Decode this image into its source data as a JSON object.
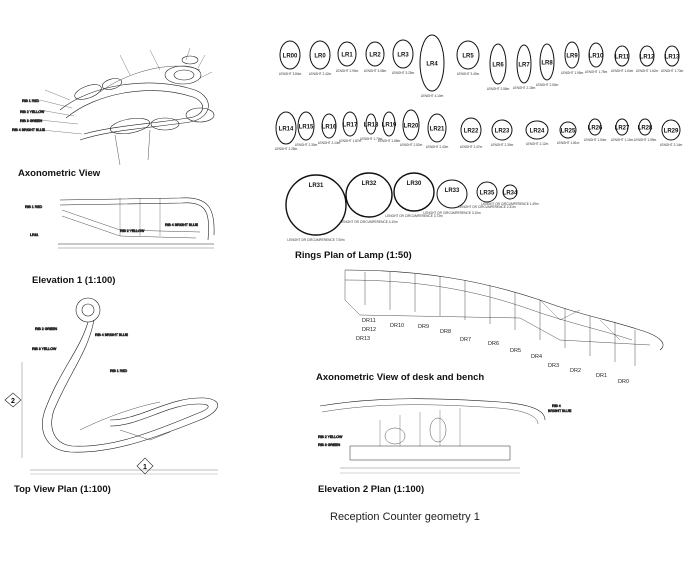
{
  "sheet_caption": "Reception Counter geometry 1",
  "views": {
    "axonometric": "Axonometric View",
    "elevation1": "Elevation 1 (1:100)",
    "rings_plan": "Rings Plan of Lamp (1:50)",
    "top_view": "Top View Plan (1:100)",
    "axonometric_desk": "Axonometric View of desk and bench",
    "elevation2": "Elevation 2 Plan (1:100)"
  },
  "rings": [
    {
      "label": "LR00",
      "sub": "LENGHT 3.84m"
    },
    {
      "label": "LR0",
      "sub": "LENGHT 2.42m"
    },
    {
      "label": "LR1",
      "sub": "LENGHT 2.90m"
    },
    {
      "label": "LR2",
      "sub": "LENGHT 3.08m"
    },
    {
      "label": "LR3",
      "sub": "LENGHT 3.25m"
    },
    {
      "label": "LR4",
      "sub": "LENGHT 4.10m"
    },
    {
      "label": "LR5",
      "sub": "LENGHT 3.40m"
    },
    {
      "label": "LR6",
      "sub": "LENGHT 2.58m"
    },
    {
      "label": "LR7",
      "sub": "LENGHT 2.15m"
    },
    {
      "label": "LR8",
      "sub": "LENGHT 2.50m"
    },
    {
      "label": "LR9",
      "sub": "LENGHT 1.95m"
    },
    {
      "label": "LR10",
      "sub": "LENGHT 1.75m"
    },
    {
      "label": "LR11",
      "sub": "LENGHT 1.64m"
    },
    {
      "label": "LR12",
      "sub": "LENGHT 1.62m"
    },
    {
      "label": "LR13",
      "sub": "LENGHT 1.73m"
    },
    {
      "label": "LR14",
      "sub": "LENGHT 2.28m"
    },
    {
      "label": "LR15",
      "sub": "LENGHT 2.30m"
    },
    {
      "label": "LR16",
      "sub": "LENGHT 2.14m"
    },
    {
      "label": "LR17",
      "sub": "LENGHT 1.87m"
    },
    {
      "label": "LR18",
      "sub": "LENGHT 1.70m"
    },
    {
      "label": "LR19",
      "sub": "LENGHT 1.88m"
    },
    {
      "label": "LR20",
      "sub": "LENGHT 2.52m"
    },
    {
      "label": "LR21",
      "sub": "LENGHT 2.43m"
    },
    {
      "label": "LR22",
      "sub": "LENGHT 2.47m"
    },
    {
      "label": "LR23",
      "sub": "LENGHT 2.30m"
    },
    {
      "label": "LR24",
      "sub": "LENGHT 2.12m"
    },
    {
      "label": "LR25",
      "sub": "LENGHT 1.81m"
    },
    {
      "label": "LR26",
      "sub": "LENGHT 1.54m"
    },
    {
      "label": "LR27",
      "sub": "LENGHT 1.10m"
    },
    {
      "label": "LR28",
      "sub": "LENGHT 1.99m"
    },
    {
      "label": "LR29",
      "sub": "LENGHT 2.14m"
    },
    {
      "label": "LR31",
      "sub": "LENGHT OR CIRCUMFERENCE 7.00m"
    },
    {
      "label": "LR32",
      "sub": "LENGHT OR CIRCUMFERENCE 4.10m"
    },
    {
      "label": "LR30",
      "sub": "LENGHT OR CIRCUMFERENCE 3.73m"
    },
    {
      "label": "LR33",
      "sub": "LENGHT OR CIRCUMFERENCE 3.10m"
    },
    {
      "label": "LR35",
      "sub": "LENGHT OR CIRCUMFERENCE 2.31m"
    },
    {
      "label": "LR34",
      "sub": "LENGHT OR CIRCUMFERENCE 1.49m"
    }
  ],
  "rib_labels": [
    "RIB 1 RED",
    "RIB 2 YELLOW",
    "RIB 3 GREEN",
    "RIB 4 BRIGHT BLUE"
  ],
  "desk_ribs": [
    "DR11",
    "DR12",
    "DR13",
    "DR10",
    "DR9",
    "DR8",
    "DR7",
    "DR6",
    "DR5",
    "DR4",
    "DR3",
    "DR2",
    "DR1",
    "DR0"
  ],
  "north_markers": [
    "2",
    "1"
  ]
}
